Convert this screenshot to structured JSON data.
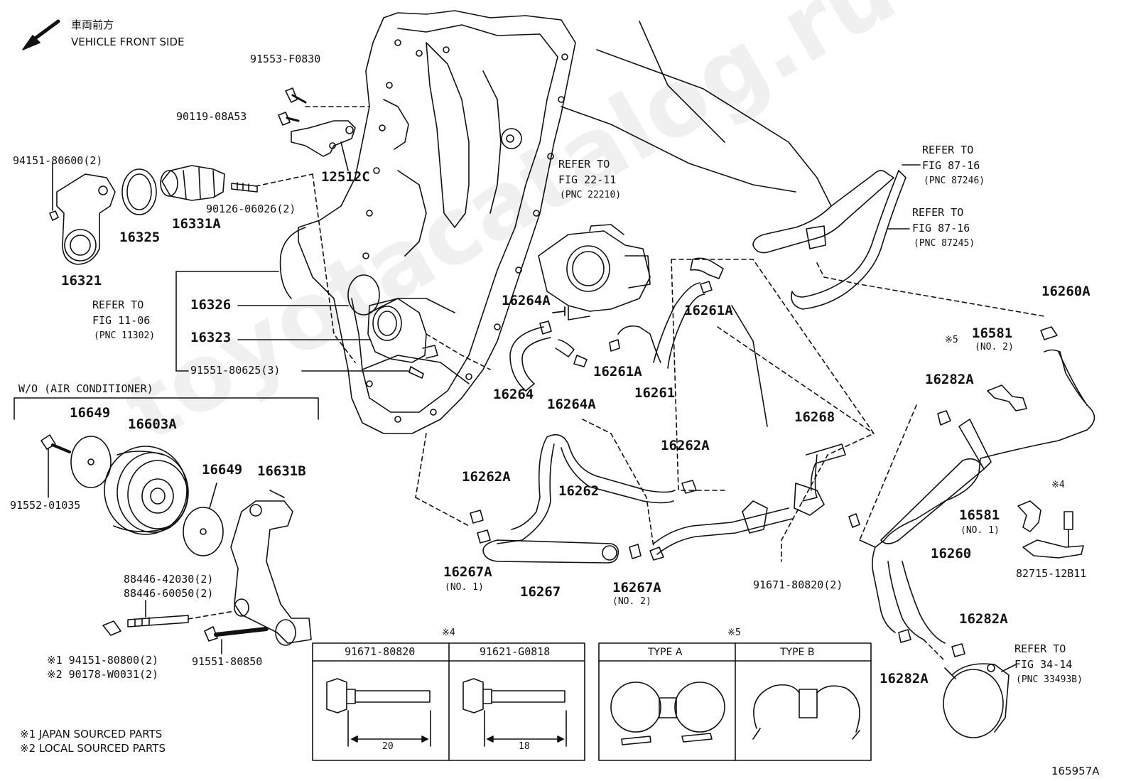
{
  "header": {
    "jp": "車両前方",
    "en": "VEHICLE FRONT SIDE"
  },
  "watermark": "toyotacatalog.ru",
  "figure_id": "165957A",
  "notes": {
    "n1": "※1 JAPAN SOURCED PARTS",
    "n2": "※2 LOCAL SOURCED PARTS"
  },
  "section_wo_ac": "W/O (AIR CONDITIONER)",
  "parts": {
    "p91553": "91553-F0830",
    "p90119": "90119-08A53",
    "p12512c": "12512C",
    "p94151_600": "94151-80600(2)",
    "p16325": "16325",
    "p16331a": "16331A",
    "p90126": "90126-06026(2)",
    "p16321": "16321",
    "p16326": "16326",
    "p16323": "16323",
    "p91551_625": "91551-80625(3)",
    "p16264a_1": "16264A",
    "p16264": "16264",
    "p16264a_2": "16264A",
    "p16261a_1": "16261A",
    "p16261a_2": "16261A",
    "p16261": "16261",
    "p16260a": "16260A",
    "p16581_2": "16581",
    "p16581_2_no": "(NO. 2)",
    "mark5": "※5",
    "p16282a_1": "16282A",
    "p16268": "16268",
    "p16262a_1": "16262A",
    "p16262a_2": "16262A",
    "p16262": "16262",
    "p16649_1": "16649",
    "p16603a": "16603A",
    "p16649_2": "16649",
    "p16631b": "16631B",
    "p91552": "91552-01035",
    "p16267a_1": "16267A",
    "p16267a_1_no": "(NO. 1)",
    "p16267": "16267",
    "p16267a_2": "16267A",
    "p16267a_2_no": "(NO. 2)",
    "p91671_820": "91671-80820(2)",
    "p16260": "16260",
    "p16581_1": "16581",
    "p16581_1_no": "(NO. 1)",
    "mark4": "※4",
    "p82715": "82715-12B11",
    "p16282a_2": "16282A",
    "p16282a_3": "16282A",
    "p88446_1": "88446-42030(2)",
    "p88446_2": "88446-60050(2)",
    "p94151_800": "※1 94151-80800(2)",
    "p90178": "※2 90178-W0031(2)",
    "p91551_850": "91551-80850"
  },
  "refs": {
    "r1": {
      "l1": "REFER TO",
      "l2": "FIG 22-11",
      "l3": "(PNC 22210)"
    },
    "r2": {
      "l1": "REFER TO",
      "l2": "FIG 87-16",
      "l3": "(PNC 87246)"
    },
    "r3": {
      "l1": "REFER TO",
      "l2": "FIG 87-16",
      "l3": "(PNC 87245)"
    },
    "r4": {
      "l1": "REFER TO",
      "l2": "FIG 11-06",
      "l3": "(PNC 11302)"
    },
    "r5": {
      "l1": "REFER TO",
      "l2": "FIG 34-14",
      "l3": "(PNC 33493B)"
    }
  },
  "table4": {
    "mark": "※4",
    "col1": "91671-80820",
    "col2": "91621-G0818",
    "len1": "20",
    "len2": "18"
  },
  "table5": {
    "mark": "※5",
    "col1": "TYPE A",
    "col2": "TYPE B"
  }
}
